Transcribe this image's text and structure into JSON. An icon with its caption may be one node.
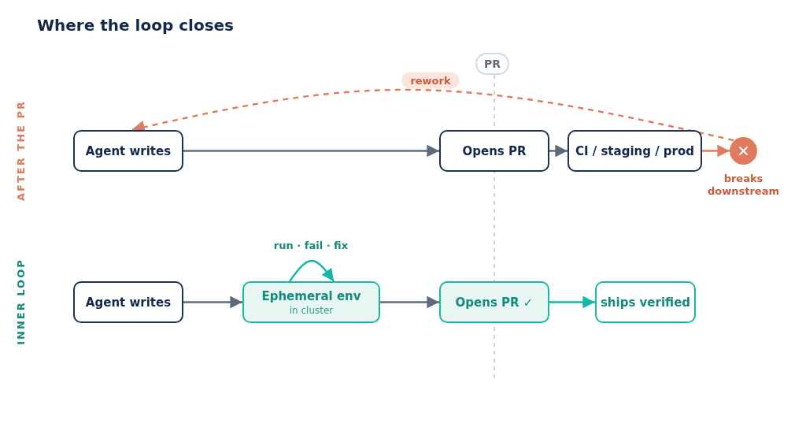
{
  "diagram": {
    "title": "Where the loop closes",
    "nodes": [
      {
        "text": [
          "Agent writes"
        ]
      },
      {
        "text": [
          "Opens PR"
        ]
      },
      {
        "text": [
          "CI / staging / prod"
        ]
      },
      {
        "text": [],
        "shape": "circle",
        "beside": [
          "breaks downstream"
        ]
      },
      {
        "text": [
          "Agent writes"
        ]
      },
      {
        "text": [
          "Ephemeral env",
          "in cluster"
        ]
      },
      {
        "text": [
          "Opens PR ✓"
        ]
      },
      {
        "text": [
          "ships verified"
        ]
      }
    ],
    "edges": [
      {
        "from": 0,
        "to": 1,
        "arrow": "to"
      },
      {
        "from": 1,
        "to": 2,
        "arrow": "to"
      },
      {
        "from": 2,
        "to": 3,
        "arrow": "to",
        "color": "#e07b5f"
      },
      {
        "from": 3,
        "to": 0,
        "arrow": "to",
        "style": "dashed",
        "color": "#e07b5f",
        "label": "rework"
      },
      {
        "from": 4,
        "to": 5,
        "arrow": "to"
      },
      {
        "from": 5,
        "to": 5,
        "arrow": "to",
        "color": "#14b8a6",
        "label": "run · fail · fix"
      },
      {
        "from": 5,
        "to": 6,
        "arrow": "to"
      },
      {
        "from": 6,
        "to": 7,
        "arrow": "to",
        "color": "#14b8a6"
      }
    ],
    "labels": [
      "PR",
      "AFTER THE PR",
      "INNER LOOP"
    ]
  }
}
